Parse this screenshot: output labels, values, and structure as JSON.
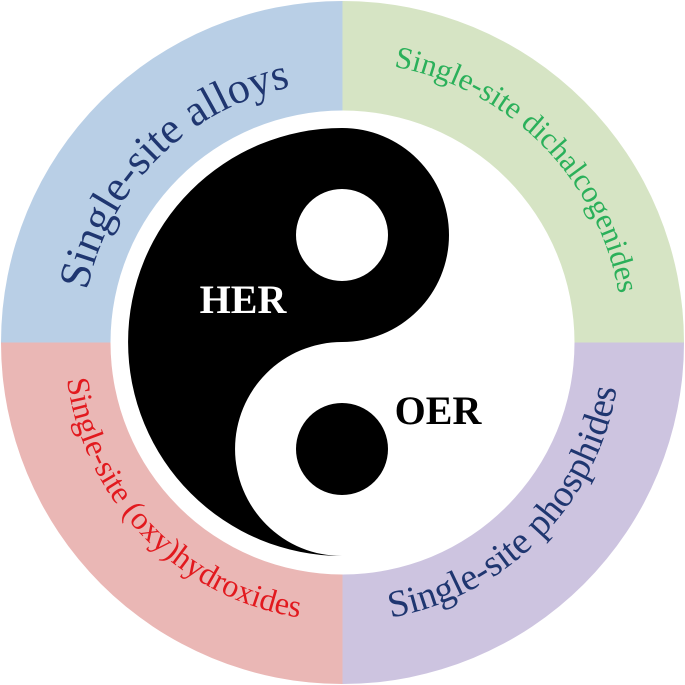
{
  "colors": {
    "background": "#ffffff",
    "yin": "#000000",
    "yang": "#ffffff"
  },
  "quadrants": [
    {
      "id": "top-left",
      "label": "Single-site alloys",
      "fill": "#b9cfe6",
      "text_color": "#1f3670"
    },
    {
      "id": "top-right",
      "label": "Single-site dichalcogenides",
      "fill": "#d6e4c4",
      "text_color": "#2bb05a"
    },
    {
      "id": "bottom-left",
      "label": "Single-site (oxy)hydroxides",
      "fill": "#eab7b5",
      "text_color": "#e2191e"
    },
    {
      "id": "bottom-right",
      "label": "Single-site phosphides",
      "fill": "#cdc4e0",
      "text_color": "#1f3670"
    }
  ],
  "core": {
    "left_label": "HER",
    "right_label": "OER"
  }
}
